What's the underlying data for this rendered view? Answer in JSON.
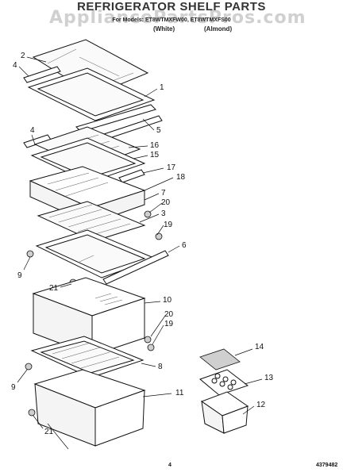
{
  "header": {
    "title": "REFRIGERATOR SHELF PARTS",
    "watermark": "AppliancePartsPros.com",
    "models": "For Models: ET8WTMXFW00, ET8WTMXFS00",
    "color_white": "(White)",
    "color_almond": "(Almond)"
  },
  "callouts": [
    "2",
    "4",
    "1",
    "5",
    "4",
    "16",
    "15",
    "17",
    "18",
    "7",
    "20",
    "3",
    "19",
    "6",
    "9",
    "21",
    "10",
    "20",
    "19",
    "8",
    "9",
    "14",
    "13",
    "11",
    "12",
    "21"
  ],
  "footer": {
    "page": "4",
    "doc_number": "4379482"
  }
}
